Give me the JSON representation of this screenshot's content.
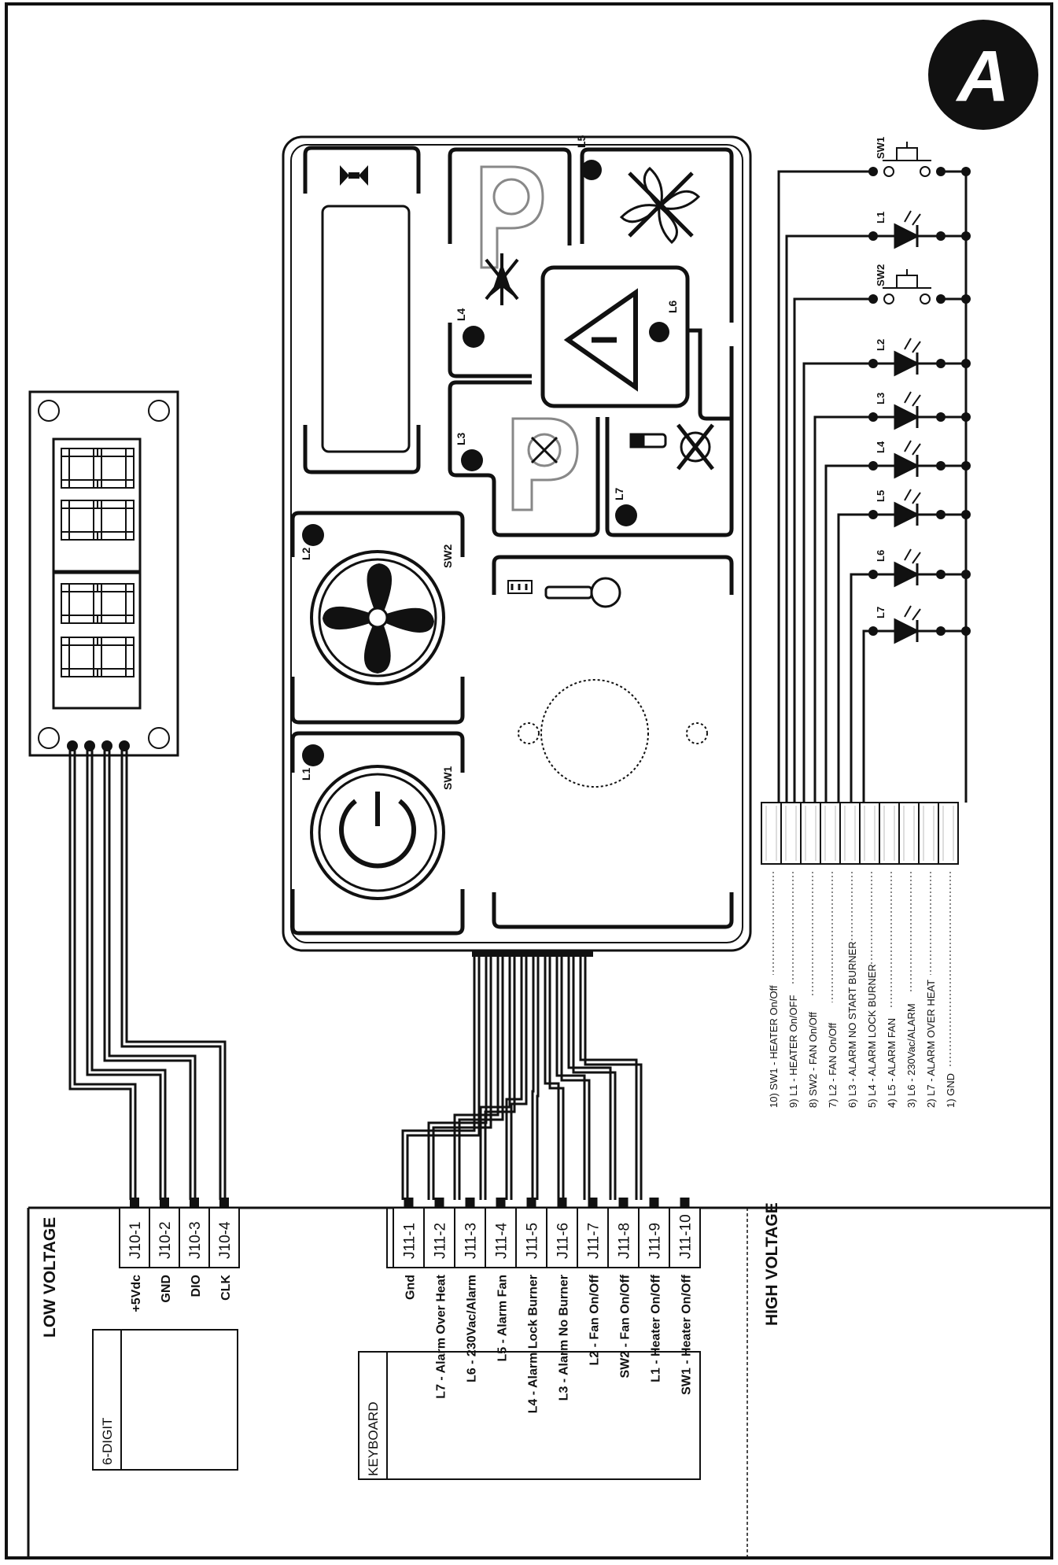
{
  "badge": {
    "letter": "A"
  },
  "sections": {
    "low_voltage": "LOW VOLTAGE",
    "high_voltage": "HIGH VOLTAGE",
    "six_digit": "6-DIGIT",
    "keyboard": "KEYBOARD"
  },
  "j10": {
    "pins": [
      "J10-1",
      "J10-2",
      "J10-3",
      "J10-4"
    ],
    "signals": [
      "+5Vdc",
      "GND",
      "DIO",
      "CLK"
    ]
  },
  "j11": {
    "pins": [
      "J11-1",
      "J11-2",
      "J11-3",
      "J11-4",
      "J11-5",
      "J11-6",
      "J11-7",
      "J11-8",
      "J11-9",
      "J11-10"
    ],
    "signals": [
      "Gnd",
      "L7 - Alarm Over Heat",
      "L6 - 230Vac/Alarm",
      "L5 - Alarm Fan",
      "L4 - Alarm Lock Burner",
      "L3 - Alarm No Burner",
      "L2 - Fan On/Off",
      "SW2 - Fan On/Off",
      "L1 - Heater On/Off",
      "SW1 - Heater On/Off"
    ]
  },
  "panel_labels": [
    "L1",
    "L2",
    "L3",
    "L4",
    "L5",
    "L6",
    "L7",
    "SW1",
    "SW2"
  ],
  "schematic": {
    "components": [
      "SW1",
      "L1",
      "SW2",
      "L2",
      "L3",
      "L4",
      "L5",
      "L6",
      "L7"
    ]
  },
  "connector_list": [
    "10) SW1 - HEATER On/Off",
    "9) L1 - HEATER On/OFF",
    "8) SW2 - FAN On/Off",
    "7) L2 - FAN On/Off",
    "6) L3 - ALARM NO START BURNER",
    "5) L4 - ALARM LOCK BURNER",
    "4) L5 - ALARM FAN",
    "3) L6 - 230Vac/ALARM",
    "2) L7 - ALARM OVER HEAT",
    "1) GND"
  ]
}
